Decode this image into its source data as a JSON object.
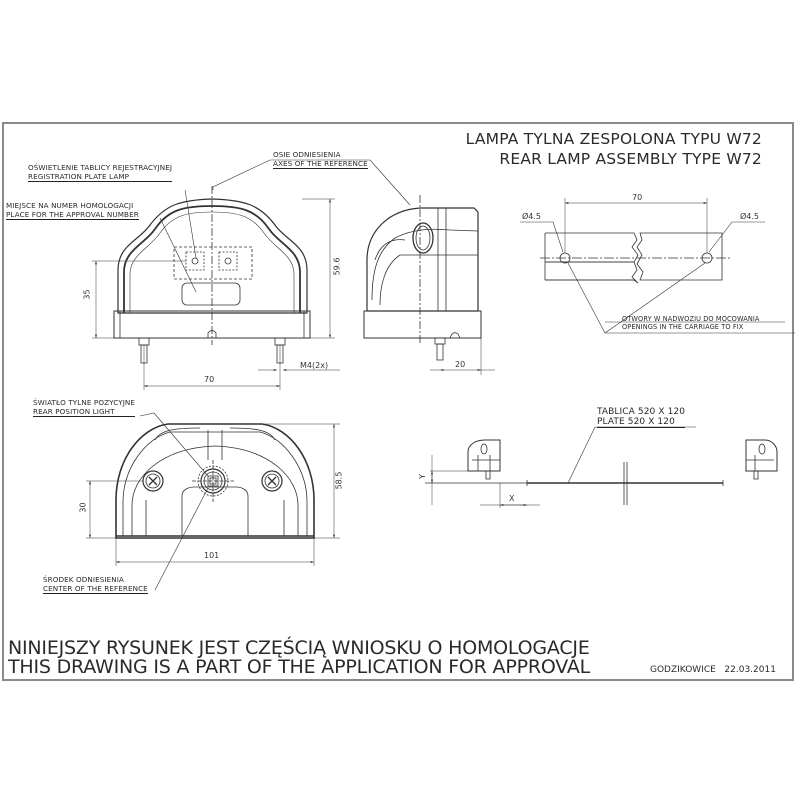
{
  "title": {
    "line1": "LAMPA TYLNA ZESPOLONA TYPU W72",
    "line2": "REAR LAMP ASSEMBLY TYPE W72"
  },
  "labels": {
    "plate_lamp_pl": "OŚWIETLENIE TABLICY REJESTRACYJNEJ",
    "plate_lamp_en": "REGISTRATION PLATE LAMP",
    "approval_place_pl": "MIEJSCE NA NUMER HOMOLOGACJI",
    "approval_place_en": "PLACE FOR THE APPROVAL NUMBER",
    "axes_pl": "OSIE ODNIESIENIA",
    "axes_en": "AXES OF THE REFERENCE",
    "openings_pl": "OTWORY W NADWOZIU DO MOCOWANIA",
    "openings_en": "OPENINGS IN THE CARRIAGE TO FIX",
    "rear_light_pl": "ŚWIATŁO TYLNE POZYCYJNE",
    "rear_light_en": "REAR POSITION LIGHT",
    "center_pl": "ŚRODEK ODNIESIENIA",
    "center_en": "CENTER OF THE REFERENCE",
    "plate_pl": "TABLICA 520 X 120",
    "plate_en": "PLATE 520 X 120"
  },
  "dimensions": {
    "front_height": "59.6",
    "front_ref_height": "35",
    "front_pin_spacing": "70",
    "thread": "M4(2x)",
    "side_depth": "20",
    "hole_spacing": "70",
    "hole_left_dia": "Ø4.5",
    "hole_right_dia": "Ø4.5",
    "rear_height": "58.5",
    "rear_ref_height": "30",
    "rear_width": "101",
    "offset_x": "X",
    "offset_y": "Y"
  },
  "footer": {
    "note_pl": "NINIEJSZY RYSUNEK JEST CZĘŚCIĄ WNIOSKU O HOMOLOGACJE",
    "note_en": "THIS DRAWING IS A PART OF THE APPLICATION FOR APPROVAL",
    "place_date": "GODZIKOWICE   22.03.2011"
  }
}
